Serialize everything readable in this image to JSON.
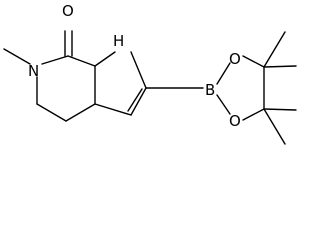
{
  "structure": {
    "atoms": {
      "carbonyl_oxygen": "O",
      "ring_nitrogen": "N",
      "pyrrole_nh": "H",
      "boron": "B",
      "boronate_oxygen_top": "O",
      "boronate_oxygen_bottom": "O"
    }
  },
  "colors": {
    "line": "#000000",
    "background": "#ffffff"
  }
}
